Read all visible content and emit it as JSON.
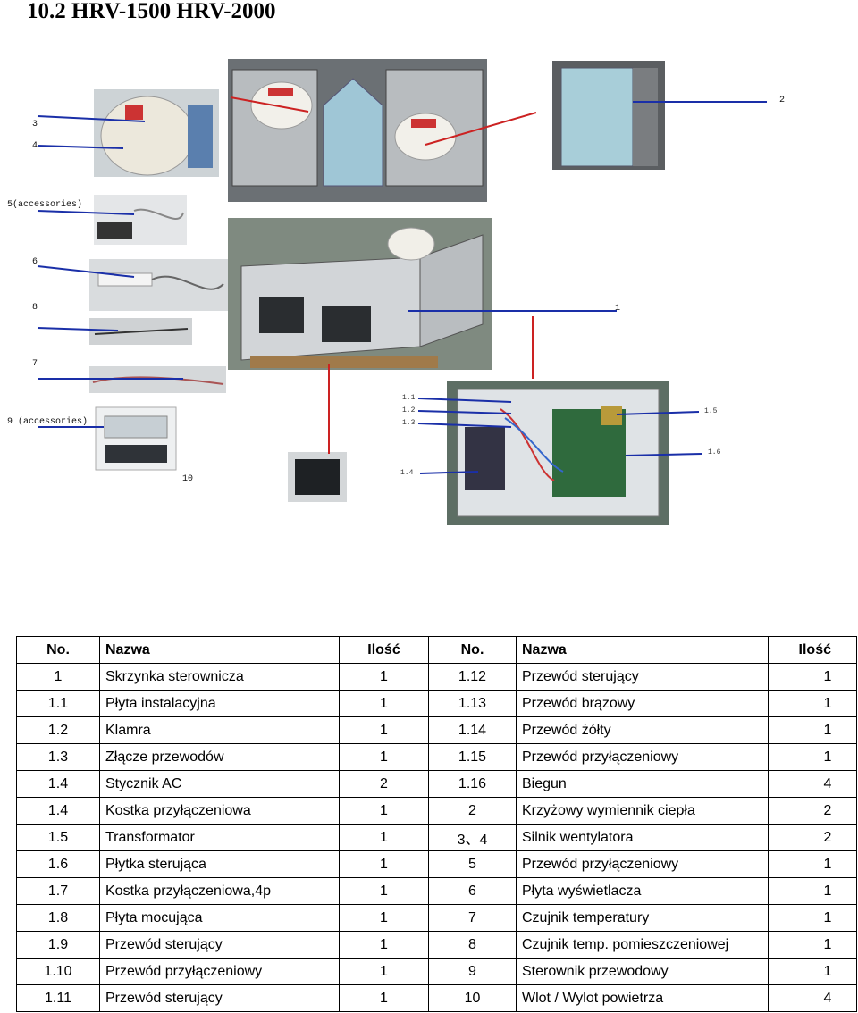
{
  "page_title": "10.2 HRV-1500 HRV-2000",
  "figure_labels": {
    "l3": "3",
    "l4": "4",
    "l2": "2",
    "l5": "5(accessories)",
    "l6": "6",
    "l8": "8",
    "l1": "1",
    "l7": "7",
    "l9": "9 (accessories)",
    "l10": "10",
    "l11": "1.1",
    "l12": "1.2",
    "l13": "1.3",
    "l14": "1.4",
    "l15": "1.5",
    "l16": "1.6"
  },
  "table": {
    "headers": [
      "No.",
      "Nazwa",
      "Ilość",
      "No.",
      "Nazwa",
      "Ilość"
    ],
    "rows": [
      [
        "1",
        "Skrzynka sterownicza",
        "1",
        "1.12",
        "Przewód sterujący",
        "1"
      ],
      [
        "1.1",
        "Płyta instalacyjna",
        "1",
        "1.13",
        "Przewód brązowy",
        "1"
      ],
      [
        "1.2",
        "Klamra",
        "1",
        "1.14",
        "Przewód żółty",
        "1"
      ],
      [
        "1.3",
        "Złącze przewodów",
        "1",
        "1.15",
        "Przewód przyłączeniowy",
        "1"
      ],
      [
        "1.4",
        "Stycznik AC",
        "2",
        "1.16",
        "Biegun",
        "4"
      ],
      [
        "1.4",
        "Kostka przyłączeniowa",
        "1",
        "2",
        "Krzyżowy wymiennik ciepła",
        "2"
      ],
      [
        "1.5",
        "Transformator",
        "1",
        "3、4",
        "Silnik wentylatora",
        "2"
      ],
      [
        "1.6",
        "Płytka sterująca",
        "1",
        "5",
        "Przewód przyłączeniowy",
        "1"
      ],
      [
        "1.7",
        "Kostka przyłączeniowa,4p",
        "1",
        "6",
        "Płyta wyświetlacza",
        "1"
      ],
      [
        "1.8",
        "Płyta mocująca",
        "1",
        "7",
        "Czujnik temperatury",
        "1"
      ],
      [
        "1.9",
        "Przewód sterujący",
        "1",
        "8",
        "Czujnik temp. pomieszczeniowej",
        "1"
      ],
      [
        "1.10",
        "Przewód przyłączeniowy",
        "1",
        "9",
        "Sterownik przewodowy",
        "1"
      ],
      [
        "1.11",
        "Przewód sterujący",
        "1",
        "10",
        "Wlot / Wylot powietrza",
        "4"
      ]
    ]
  }
}
